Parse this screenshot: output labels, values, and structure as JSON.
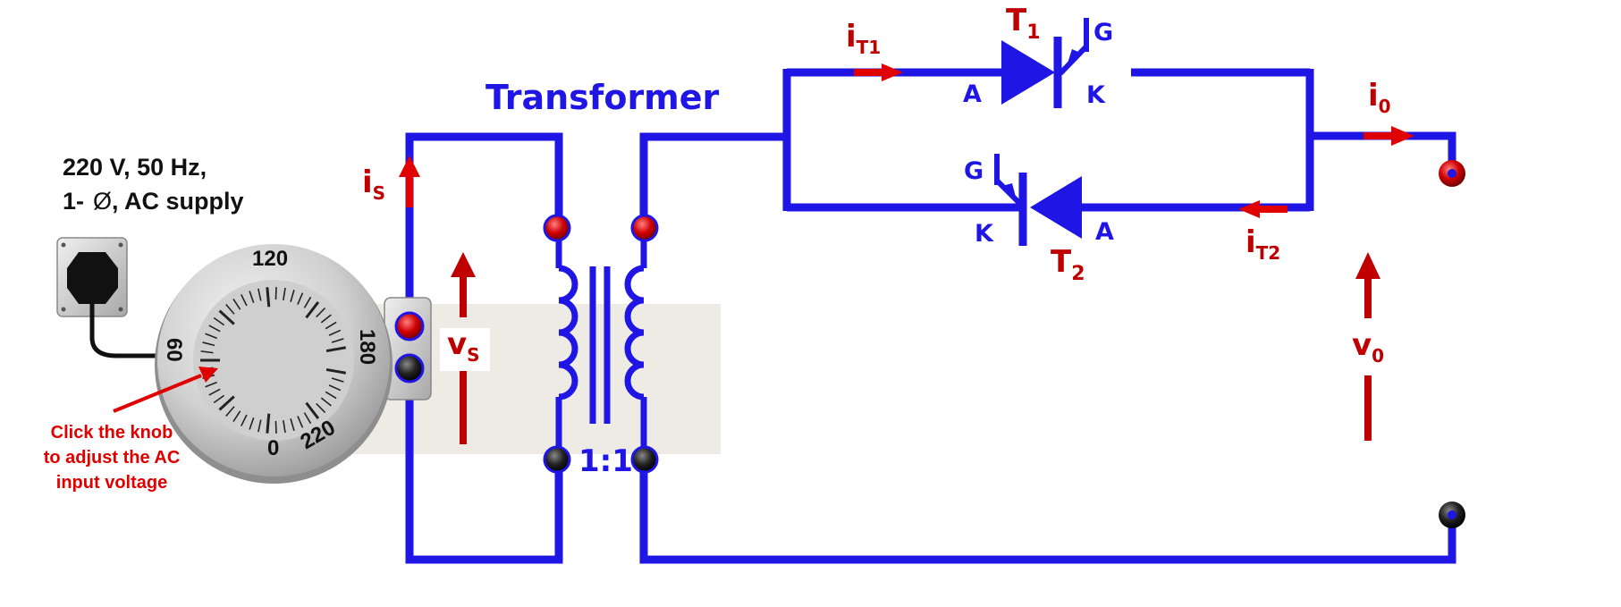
{
  "supply": {
    "line1": "220 V, 50 Hz,",
    "line2_prefix": "1-",
    "phase_symbol": "Ø",
    "line2_suffix": ", AC supply"
  },
  "knob": {
    "ticks": [
      "120",
      "180",
      "220",
      "0",
      "60"
    ],
    "hint_lines": [
      "Click the knob",
      "to adjust the AC",
      "input voltage"
    ]
  },
  "transformer": {
    "title": "Transformer",
    "ratio": "1:1"
  },
  "currents": {
    "is": {
      "main": "i",
      "sub": "S"
    },
    "it1": {
      "main": "i",
      "sub": "T1"
    },
    "it2": {
      "main": "i",
      "sub": "T2"
    },
    "io": {
      "main": "i",
      "sub": "0"
    }
  },
  "voltages": {
    "vs": {
      "main": "v",
      "sub": "S"
    },
    "vo": {
      "main": "v",
      "sub": "0"
    }
  },
  "thyristors": {
    "t1": {
      "main": "T",
      "sub": "1",
      "anode": "A",
      "cathode": "K",
      "gate": "G"
    },
    "t2": {
      "main": "T",
      "sub": "2",
      "anode": "A",
      "cathode": "K",
      "gate": "G"
    }
  },
  "colors": {
    "wire": "#1f16e6",
    "label_red": "#c00000",
    "arrow_red": "#e00000",
    "terminal_red": "#cc0000",
    "terminal_black": "#111111"
  }
}
